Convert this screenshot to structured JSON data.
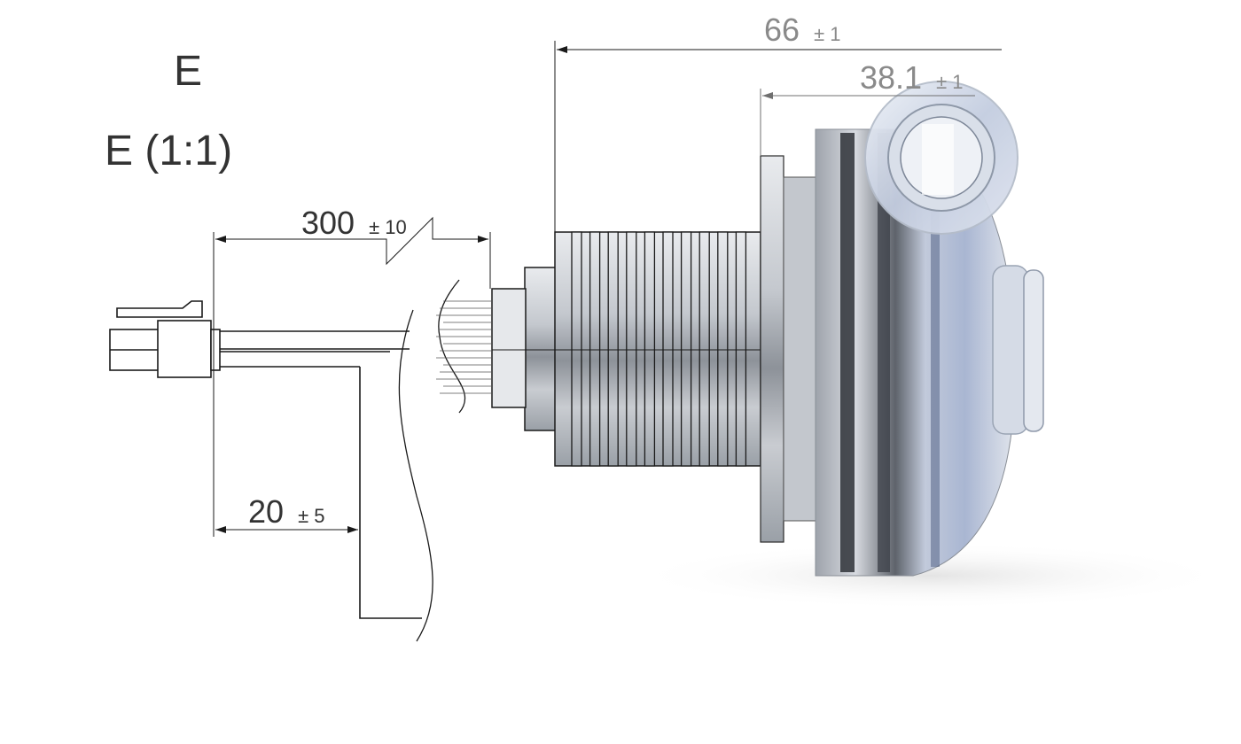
{
  "view": {
    "section_letter": "E",
    "section_caption": "E (1:1)"
  },
  "dimensions": {
    "overall_length": {
      "value": "66",
      "tolerance": "± 1"
    },
    "flange_length": {
      "value": "38.1",
      "tolerance": "± 1"
    },
    "cable_length": {
      "value": "300",
      "tolerance": "± 10"
    },
    "strip_length": {
      "value": "20",
      "tolerance": "± 5"
    }
  },
  "colors": {
    "line": "#1a1a1a",
    "dim_text": "#333333",
    "dim_text_light": "#8a8a8a",
    "metal": "#c9ccd1",
    "housing_blue": "#b9c4d8"
  }
}
